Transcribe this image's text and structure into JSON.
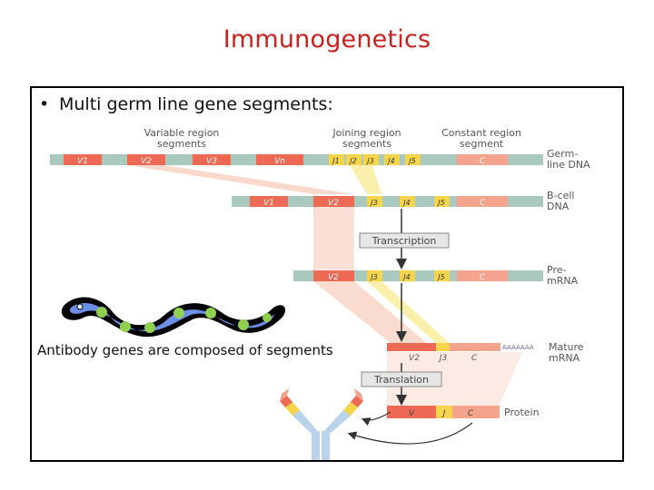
{
  "slide": {
    "title": "Immunogenetics",
    "bullet": "Multi germ line gene segments:",
    "bullet_marker": "•",
    "caption": "Antibody genes are composed of  segments"
  },
  "diagram": {
    "headers": {
      "variable": [
        "Variable region",
        "segments"
      ],
      "joining": [
        "Joining region",
        "segments"
      ],
      "constant": [
        "Constant region",
        "segment"
      ]
    },
    "rows": {
      "germline": {
        "label": [
          "Germ-",
          "line DNA"
        ],
        "v": [
          "V1",
          "V2",
          "V3",
          "Vn"
        ],
        "j": [
          "J1",
          "J2",
          "J3",
          "J4",
          "J5"
        ],
        "c": "C"
      },
      "bcell": {
        "label": [
          "B-cell",
          "DNA"
        ],
        "v": [
          "V1",
          "V2"
        ],
        "j": [
          "J3",
          "J4",
          "J5"
        ],
        "c": "C"
      },
      "premrna": {
        "label": [
          "Pre-",
          "mRNA"
        ],
        "v": [
          "V2"
        ],
        "j": [
          "J3",
          "J4",
          "J5"
        ],
        "c": "C"
      },
      "mature": {
        "label": [
          "Mature",
          "mRNA"
        ],
        "v": "V2",
        "j": "J3",
        "c": "C",
        "polya": "AAAAAAA"
      },
      "protein": {
        "label": "Protein",
        "v": "V",
        "j": "J",
        "c": "C"
      }
    },
    "steps": {
      "transcription": "Transcription",
      "translation": "Translation"
    },
    "colors": {
      "dna_teal": "#a9c9bf",
      "v_red": "#ef6a55",
      "j_yellow": "#f6d54a",
      "c_salmon": "#f4a48d",
      "funnel_pink": "#f9d2c4",
      "funnel_yellow": "#fbeea2",
      "text_gray": "#555555",
      "title_red": "#cc1f1f"
    }
  }
}
